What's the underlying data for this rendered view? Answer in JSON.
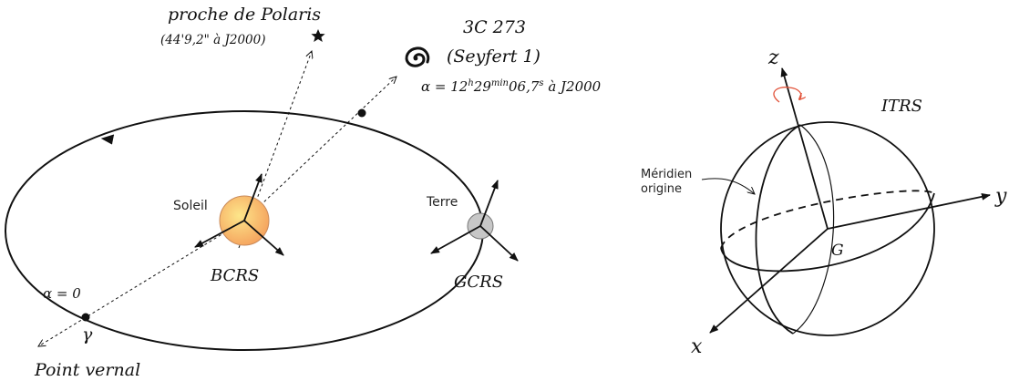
{
  "celestial": {
    "polaris_label": "proche de Polaris",
    "polaris_sub": "(44'9,2\" à J2000)",
    "quasar_name": "3C 273",
    "quasar_type": "(Seyfert 1)",
    "quasar_ra_pre": "α = 12",
    "quasar_ra_h": "h",
    "quasar_ra_mid": "29",
    "quasar_ra_min": "min",
    "quasar_ra_val": "06,7",
    "quasar_ra_s": "s",
    "quasar_ra_post": " à J2000",
    "sun_label": "Soleil",
    "earth_label": "Terre",
    "bcrs_label": "BCRS",
    "gcrs_label": "GCRS",
    "alpha_zero": "α = 0",
    "gamma": "γ",
    "vernal_label": "Point vernal"
  },
  "terrestrial": {
    "z_label": "z",
    "y_label": "y",
    "x_label": "x",
    "center_label": "G",
    "frame_label": "ITRS",
    "meridian_line1": "Méridien",
    "meridian_line2": "origine"
  },
  "colors": {
    "sun_inner": "#fde68a",
    "sun_outer": "#f5a25d",
    "earth": "#c7c7c7",
    "rotation_arrow": "#e2533a"
  }
}
